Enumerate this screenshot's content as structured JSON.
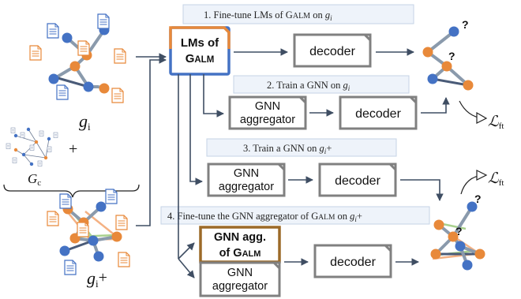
{
  "steps": {
    "s1": "1. Fine-tune LMs of GALM on g_i",
    "s1_prefix": "1. Fine-tune LMs of G",
    "s1_smallcaps": "ALM",
    "s1_mid": " on ",
    "s2_prefix": "2. Train a GNN on ",
    "s3_prefix": "3. Train a GNN on ",
    "s4_prefix": "4. Fine-tune the GNN aggregator of G",
    "s4_smallcaps": "ALM",
    "s4_mid": " on "
  },
  "boxes": {
    "lms_line1": "LMs of",
    "lms_line2_g": "G",
    "lms_line2_rest": "ALM",
    "decoder": "decoder",
    "gnn_line1": "GNN",
    "gnn_line2": "aggregator",
    "gnn_agg_line1": "GNN agg.",
    "gnn_agg_line2_prefix": "of G",
    "gnn_agg_line2_rest": "ALM"
  },
  "labels": {
    "g_base": "g",
    "sub_i": "i",
    "sub_c": "c",
    "plus": "+",
    "G": "G",
    "question": "?",
    "loss_L": "ℒ",
    "loss_sub": "ft"
  },
  "colors": {
    "orange": "#E8893A",
    "blue": "#4472C4",
    "node_gray": "#8A9AAC",
    "box_border": "#7f7f7f",
    "banner_fill": "#EEF3FA",
    "banner_border": "#C5D3E6",
    "arrow": "#3F4E63",
    "gnn_agg_border": "#9C6A28",
    "edge_green": "#A9D18E",
    "edge_salmon": "#F4B183"
  }
}
